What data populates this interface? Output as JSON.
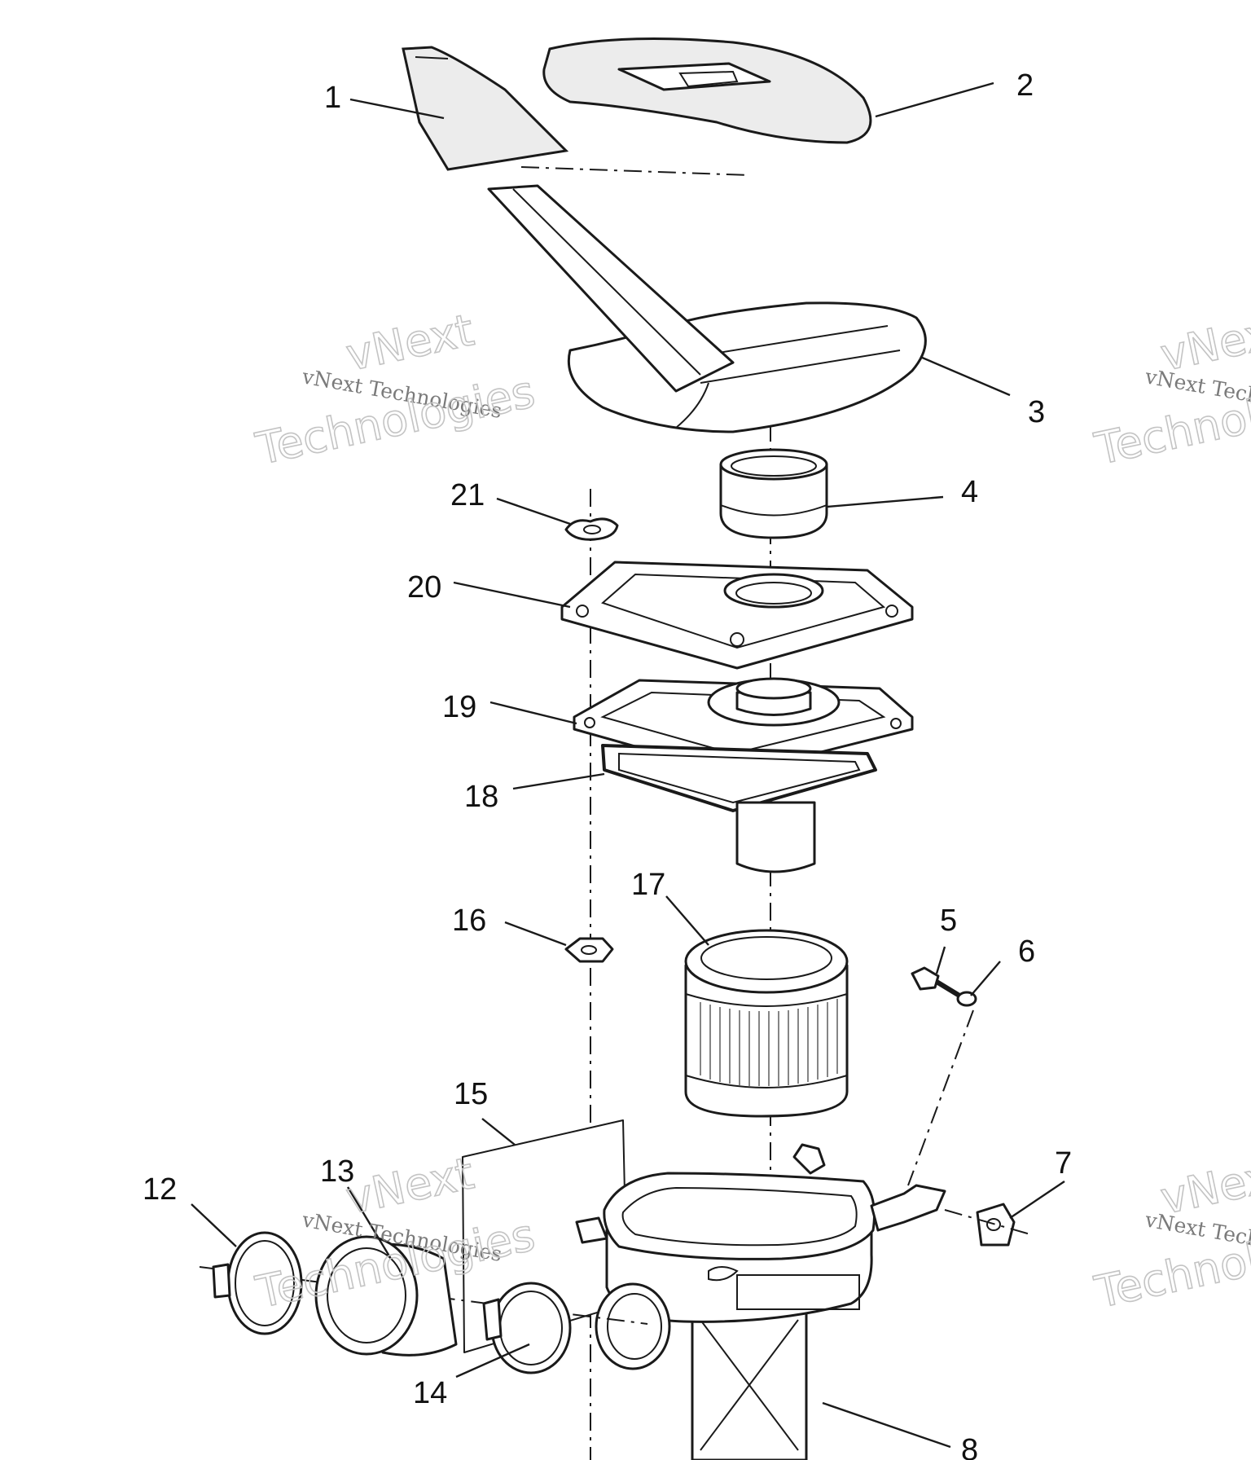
{
  "callouts": [
    {
      "id": "1",
      "text": "1"
    },
    {
      "id": "2",
      "text": "2"
    },
    {
      "id": "3",
      "text": "3"
    },
    {
      "id": "4",
      "text": "4"
    },
    {
      "id": "5",
      "text": "5"
    },
    {
      "id": "6",
      "text": "6"
    },
    {
      "id": "7",
      "text": "7"
    },
    {
      "id": "8",
      "text": "8"
    },
    {
      "id": "12",
      "text": "12"
    },
    {
      "id": "13",
      "text": "13"
    },
    {
      "id": "14",
      "text": "14"
    },
    {
      "id": "15",
      "text": "15"
    },
    {
      "id": "16",
      "text": "16"
    },
    {
      "id": "17",
      "text": "17"
    },
    {
      "id": "18",
      "text": "18"
    },
    {
      "id": "19",
      "text": "19"
    },
    {
      "id": "20",
      "text": "20"
    },
    {
      "id": "21",
      "text": "21"
    }
  ],
  "watermark": {
    "line_small": "vNext Technologies",
    "line_big_1": "vNext",
    "line_big_2": "Technologies"
  }
}
